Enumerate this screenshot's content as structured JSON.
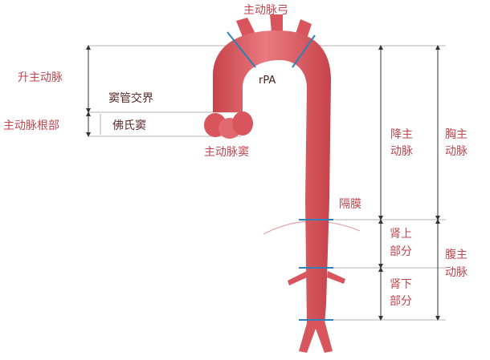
{
  "labels": {
    "aortic_arch": "主动脉弓",
    "ascending_aorta": "升主动脉",
    "aortic_root": "主动脉根部",
    "sinotubular_junction": "窦管交界",
    "sinus_of_valsalva": "佛氏窦",
    "aortic_sinus": "主动脉窦",
    "rpa": "rPA",
    "descending_aorta_line1": "降主",
    "descending_aorta_line2": "动脉",
    "thoracic_aorta_line1": "胸主",
    "thoracic_aorta_line2": "动脉",
    "diaphragm": "隔膜",
    "suprarenal_line1": "肾上",
    "suprarenal_line2": "部分",
    "abdominal_aorta_line1": "腹主",
    "abdominal_aorta_line2": "动脉",
    "infrarenal_line1": "肾下",
    "infrarenal_line2": "部分"
  },
  "colors": {
    "aorta_fill": "#d9555d",
    "aorta_highlight": "#ea7a80",
    "label_red": "#c2464e",
    "marker_blue": "#2f7fb8"
  }
}
